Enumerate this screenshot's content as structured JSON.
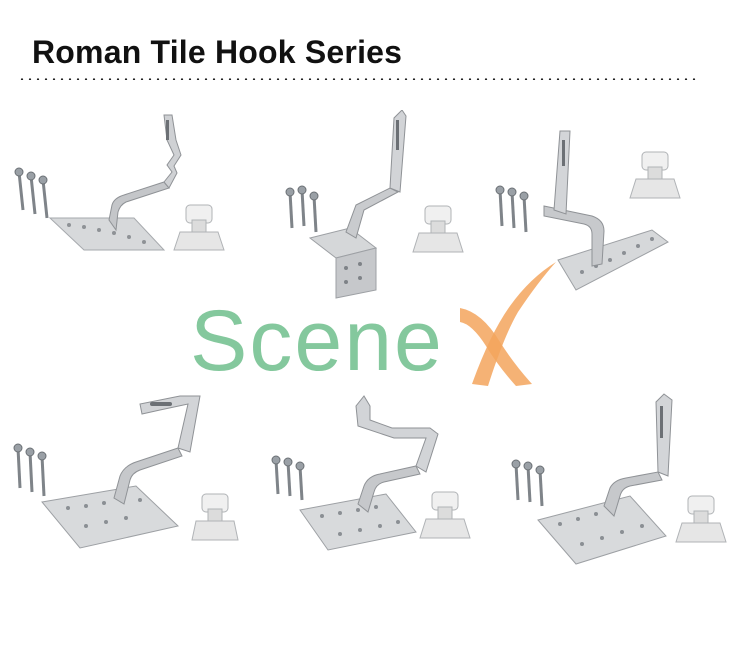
{
  "title": "Roman Tile Hook Series",
  "watermark": {
    "brand_prefix": "Scene",
    "brand_suffix_glyph": "X",
    "prefix_color": "#6fbf8c",
    "x_color": "#f3a45d"
  },
  "products": [
    {
      "id": "hook-1",
      "description": "roman-tile-hook-twisted-arm"
    },
    {
      "id": "hook-2",
      "description": "roman-tile-hook-angle-bracket"
    },
    {
      "id": "hook-3",
      "description": "roman-tile-hook-straight-slotted"
    },
    {
      "id": "hook-4",
      "description": "roman-tile-hook-loop-top"
    },
    {
      "id": "hook-5",
      "description": "roman-tile-hook-double-bend"
    },
    {
      "id": "hook-6",
      "description": "roman-tile-hook-long-slotted"
    }
  ],
  "colors": {
    "metal_light": "#d9dadc",
    "metal_mid": "#b9bbbe",
    "metal_dark": "#8c8f93",
    "plastic": "#e9e9e9"
  }
}
